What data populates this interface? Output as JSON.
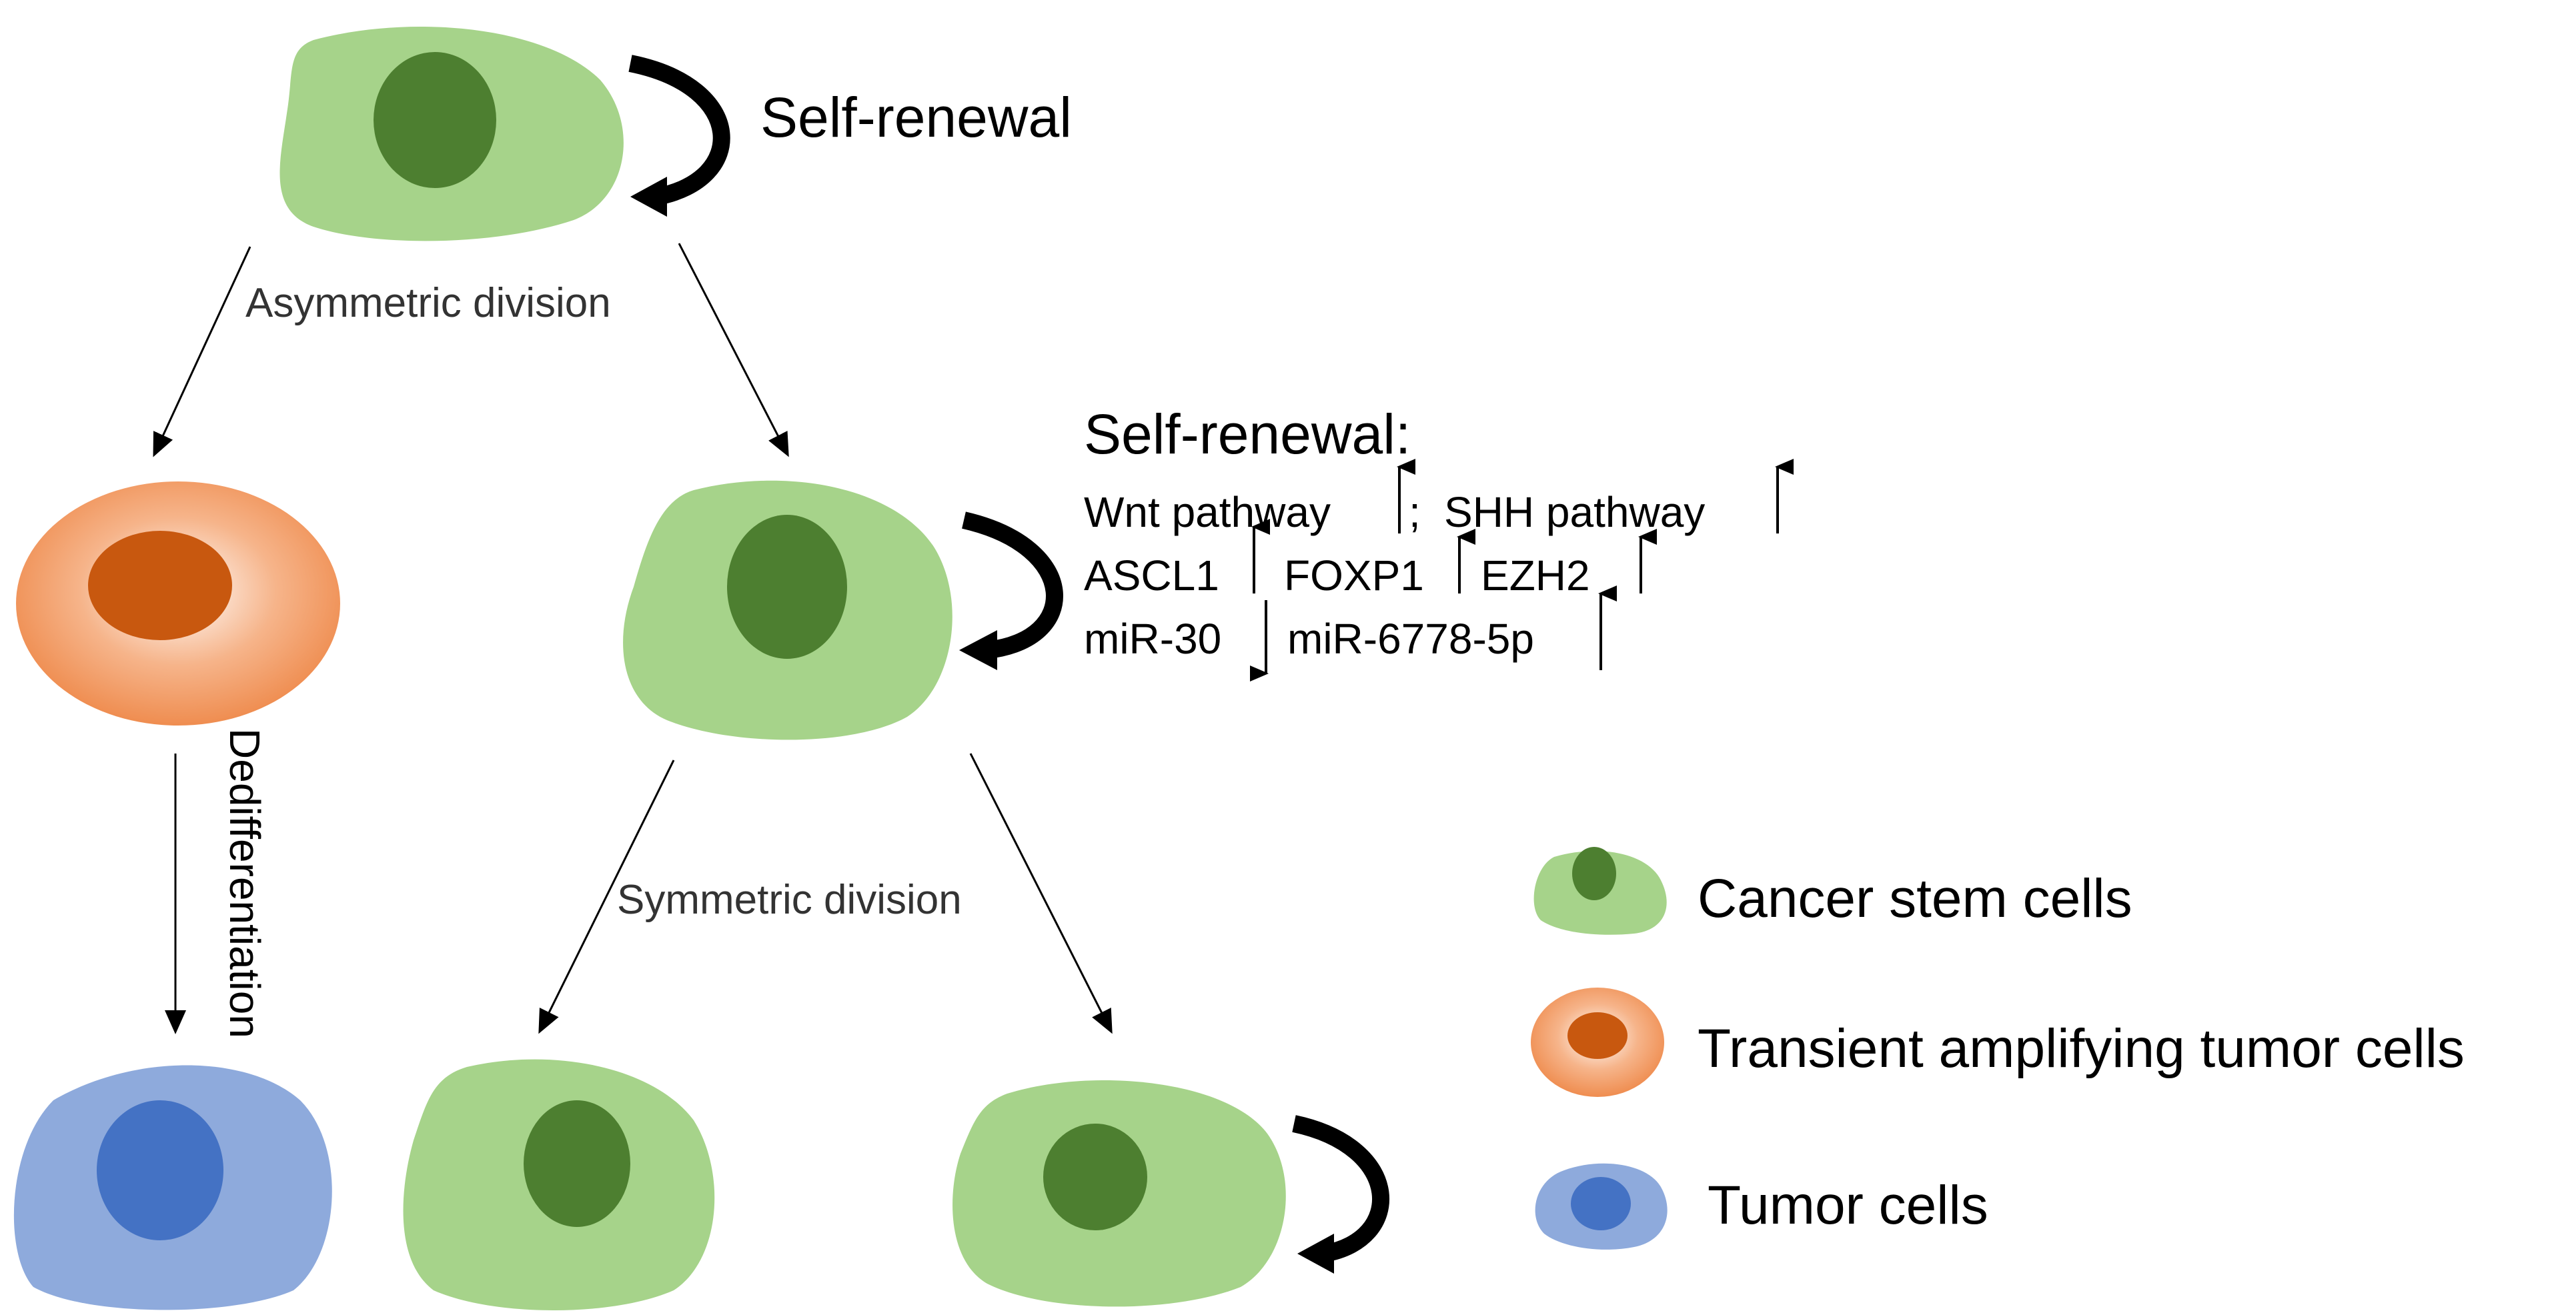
{
  "labels": {
    "self_renewal_top": "Self-renewal",
    "asymmetric_division": "Asymmetric division",
    "self_renewal_heading": "Self-renewal:",
    "line1_wnt": "Wnt pathway",
    "line1_sep": "; ",
    "line1_shh": "SHH pathway",
    "line2_ascl1": "ASCL1",
    "line2_foxp1": "FOXP1",
    "line2_ezh2": "EZH2",
    "line3_mir30": "miR-30",
    "line3_mir6778": "miR-6778-5p",
    "dedifferentiation": "Dedifferentiation",
    "symmetric_division": "Symmetric division"
  },
  "legend": [
    {
      "label": "Cancer stem cells",
      "cell": "cancer-stem-cell",
      "fill": "#a6d38a",
      "nucleus": "#4d7f30"
    },
    {
      "label": "Transient amplifying tumor cells",
      "cell": "transient-amplifying-tumor-cell",
      "fill": "#f3a272",
      "nucleus": "#c8580f"
    },
    {
      "label": "Tumor cells",
      "cell": "tumor-cell",
      "fill": "#8eaadc",
      "nucleus": "#4472c4"
    }
  ],
  "colors": {
    "stem_cell": "#a6d38a",
    "stem_nucleus": "#4d7f30",
    "tac_cell_center": "#ffffff",
    "tac_cell_edge": "#ef8d50",
    "tac_nucleus": "#c8580f",
    "tumor_cell": "#8eaadc",
    "tumor_nucleus": "#4472c4"
  }
}
